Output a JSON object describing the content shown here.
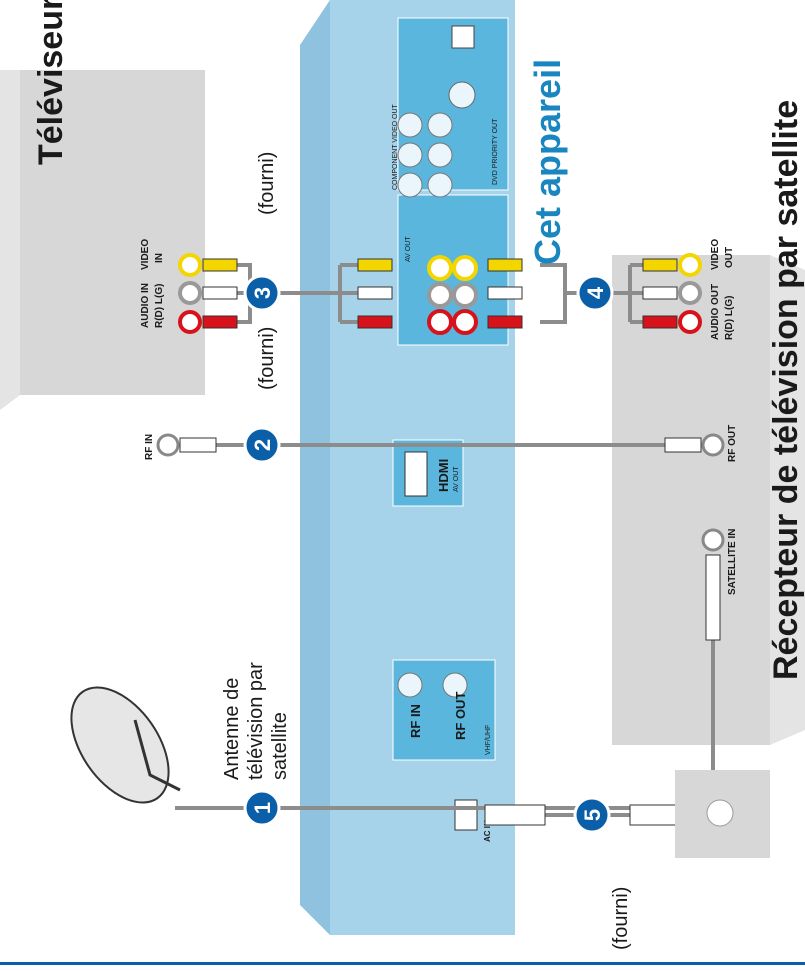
{
  "colors": {
    "device_blue": "#a7d3ea",
    "device_panel": "#5ab6dd",
    "tv_gray": "#d7d7d7",
    "badge_blue": "#0a5fa8",
    "cable_gray": "#8c8c8c",
    "heading_blue": "#1a86c0",
    "plug_yellow": "#f3d500",
    "plug_red": "#d8121a",
    "plug_white": "#ffffff"
  },
  "tv": {
    "title": "Téléviseur",
    "audio_in_label": "AUDIO IN",
    "audio_rl_label": "R(D)  L(G)",
    "video_in_label": "VIDEO",
    "video_in_sub": "IN",
    "rf_in_label": "RF IN"
  },
  "device": {
    "title": "Cet appareil",
    "component_label": "COMPONENT VIDEO OUT",
    "dvd_label": "DVD PRIORITY OUT",
    "av_out_label": "AV OUT",
    "hdmi_label": "HDMI",
    "hdmi_sub": "AV OUT",
    "rf_in_label": "RF IN",
    "rf_out_label": "RF OUT",
    "vhf_label": "VHF/UHF",
    "ac_in_label": "AC IN ~"
  },
  "receiver": {
    "title": "Récepteur de télévision par satellite",
    "audio_out_label": "AUDIO OUT",
    "audio_rl_label": "R(D)  L(G)",
    "video_out_label": "VIDEO",
    "video_out_sub": "OUT",
    "rf_out_label": "RF OUT",
    "satellite_in_label": "SATELLITE IN"
  },
  "antenna": {
    "label_line1": "Antenne de",
    "label_line2": "télévision par",
    "label_line3": "satellite"
  },
  "supplied_labels": [
    "(fourni)",
    "(fourni)",
    "(fourni)"
  ],
  "steps": [
    "1",
    "2",
    "3",
    "4",
    "5"
  ]
}
